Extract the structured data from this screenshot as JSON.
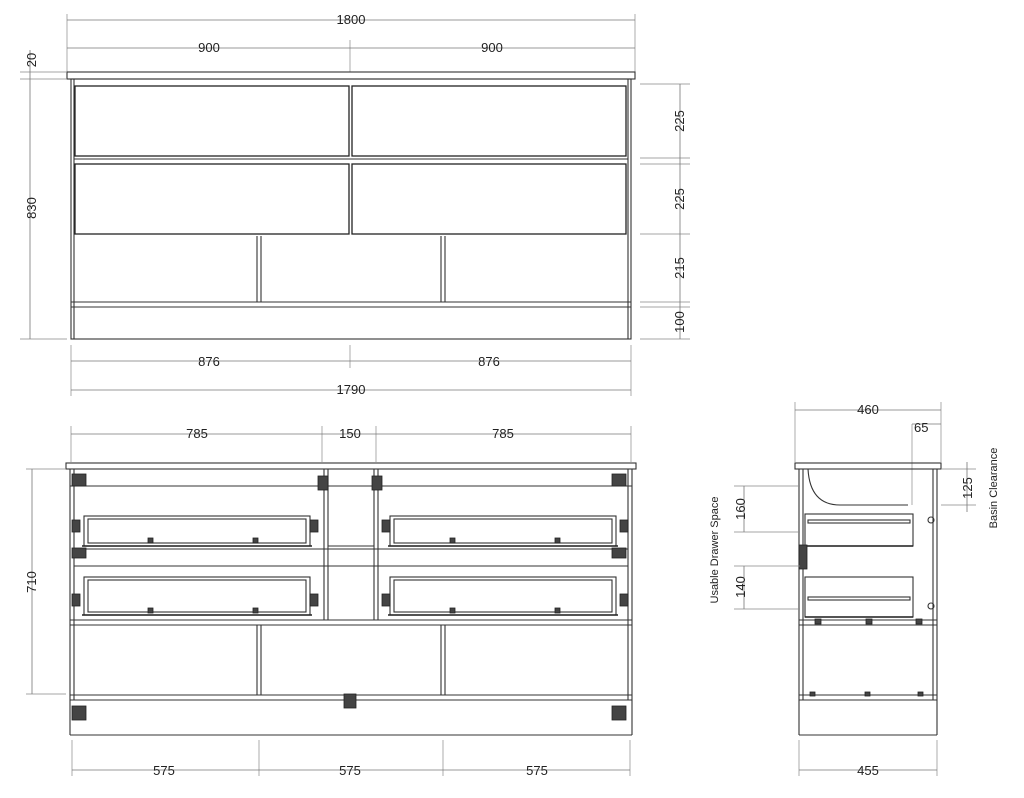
{
  "front_elevation": {
    "overall_width": "1800",
    "half_width_left": "900",
    "half_width_right": "900",
    "top_thickness": "20",
    "body_height": "830",
    "drawer_top_height": "225",
    "drawer_mid_height": "225",
    "open_shelf_height": "215",
    "kick_height": "100",
    "lower_half_left": "876",
    "lower_half_right": "876",
    "body_width": "1790"
  },
  "section_view": {
    "bay_left": "785",
    "center_gap": "150",
    "bay_right": "785",
    "height": "710",
    "bottom_bay_1": "575",
    "bottom_bay_2": "575",
    "bottom_bay_3": "575"
  },
  "side_view": {
    "depth_top": "460",
    "inset": "65",
    "basin_clearance_dim": "125",
    "basin_clearance_label": "Basin Clearance",
    "usable_space_upper": "160",
    "usable_space_lower": "140",
    "usable_space_label": "Usable Drawer Space",
    "depth_bottom": "455"
  }
}
